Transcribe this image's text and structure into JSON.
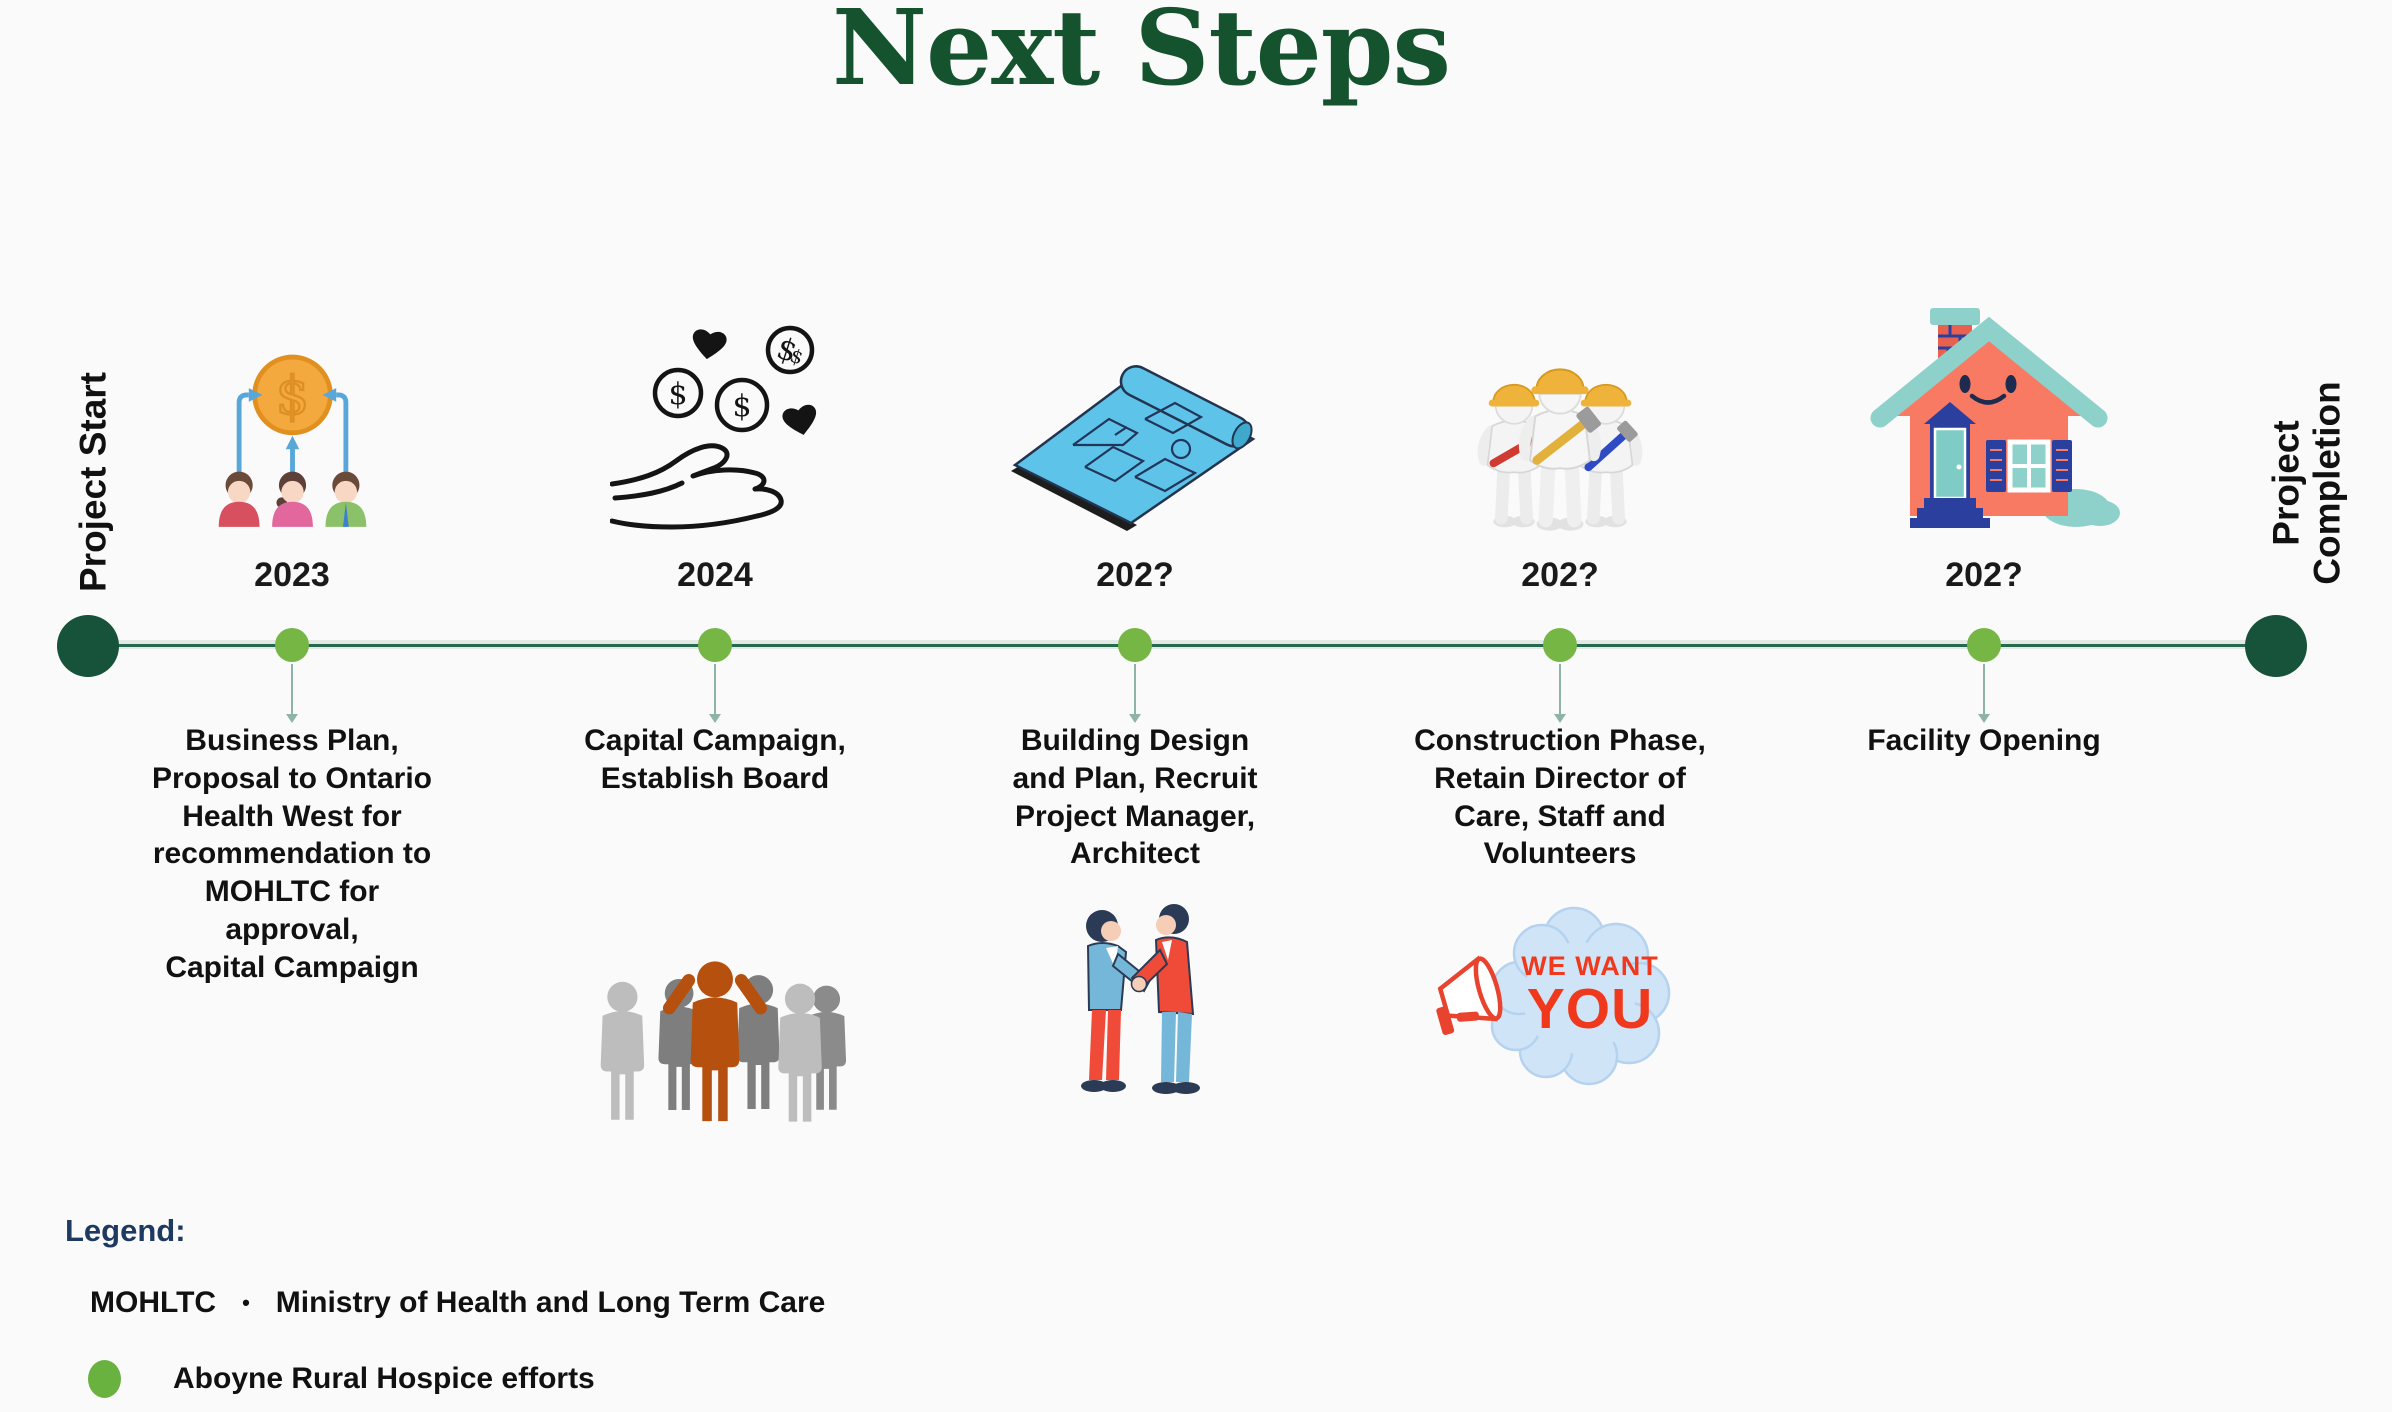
{
  "title": "Next Steps",
  "colors": {
    "title_green": "#14532d",
    "timeline_line": "#27694f",
    "endpoint_green": "#17523a",
    "milestone_green": "#76b645",
    "arrow_green": "#8fb3a6",
    "legend_navy": "#1f3a60",
    "callout_red": "#f0391c",
    "background": "#fafafa",
    "text_black": "#1a1a1a"
  },
  "timeline": {
    "start_label": "Project Start",
    "end_label": "Project\nCompletion",
    "milestones": [
      {
        "year": "2023",
        "icon": "funding-icon",
        "description": "Business Plan,\nProposal to Ontario\nHealth West for\nrecommendation to\nMOHLTC for\napproval,\nCapital Campaign"
      },
      {
        "year": "2024",
        "icon": "donation-hand-icon",
        "description": "Capital Campaign,\nEstablish Board"
      },
      {
        "year": "202?",
        "icon": "blueprint-icon",
        "description": "Building Design\nand Plan, Recruit\nProject Manager,\nArchitect"
      },
      {
        "year": "202?",
        "icon": "construction-workers-icon",
        "description": "Construction Phase,\nRetain Director of\nCare, Staff and\nVolunteers"
      },
      {
        "year": "202?",
        "icon": "house-icon",
        "description": "Facility Opening"
      }
    ]
  },
  "callout": {
    "line1": "WE WANT",
    "line2": "YOU"
  },
  "legend": {
    "title": "Legend:",
    "abbreviation": {
      "term": "MOHLTC",
      "separator": "•",
      "definition": "Ministry of Health and Long Term Care"
    },
    "marker_entry": {
      "label": "Aboyne Rural Hospice efforts"
    }
  }
}
